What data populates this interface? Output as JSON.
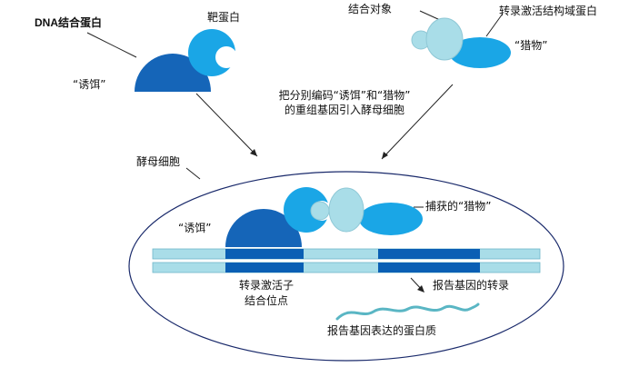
{
  "labels": {
    "dna_binding_protein": "DNA结合蛋白",
    "target_protein": "靶蛋白",
    "bait_top": "“诱饵”",
    "binding_partner": "结合对象",
    "activation_domain_protein": "转录激活结构域蛋白",
    "prey_top": "“猎物”",
    "instruction_line1": "把分别编码“诱饵”和“猎物”",
    "instruction_line2": "的重组基因引入酵母细胞",
    "yeast_cell": "酵母细胞",
    "captured_prey": "捕获的“猎物”",
    "bait_in_cell": "“诱饵”",
    "activator_site_line1": "转录激活子",
    "activator_site_line2": "结合位点",
    "reporter_transcription": "报告基因的转录",
    "reporter_protein": "报告基因表达的蛋白质"
  },
  "colors": {
    "bait_dark_blue": "#1565b8",
    "target_light_blue": "#1aa6e6",
    "prey_pale": "#a9dde8",
    "dna_pale": "#a9dde8",
    "dna_band": "#0a5fb4",
    "cell_outline": "#1a2a6b",
    "mrna": "#5ab6c4"
  }
}
